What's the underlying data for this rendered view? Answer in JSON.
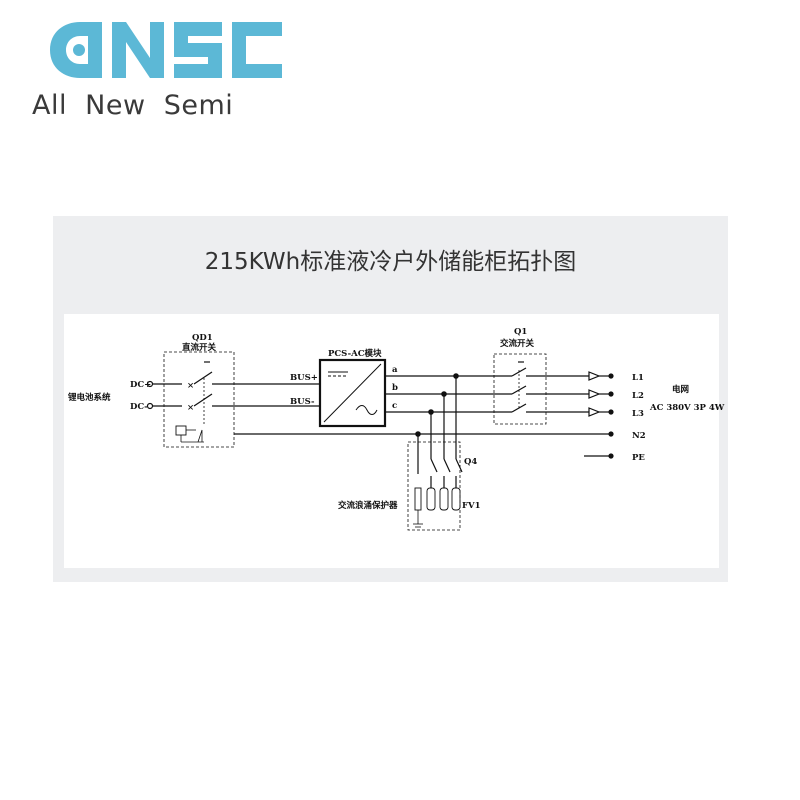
{
  "brand": {
    "logo_text": "aNSC",
    "tagline": "All  New  Semi",
    "logo_color": "#5cb8d6"
  },
  "card": {
    "title": "215KWh标准液冷户外储能柜拓扑图",
    "background": "#edeef0"
  },
  "diagram": {
    "battery_system": "锂电池系统",
    "dc_plus": "DC+",
    "dc_minus": "DC-",
    "qd1_label": "QD1",
    "qd1_name": "直流开关",
    "bus_plus": "BUS+",
    "bus_minus": "BUS-",
    "pcs_label": "PCS-AC模块",
    "phase_a": "a",
    "phase_b": "b",
    "phase_c": "c",
    "q1_label": "Q1",
    "q1_name": "交流开关",
    "l1": "L1",
    "l2": "L2",
    "l3": "L3",
    "n2": "N2",
    "pe": "PE",
    "grid_name": "电网",
    "grid_spec": "AC 380V 3P 4W",
    "q4_label": "Q4",
    "fv1_label": "FV1",
    "spd_name": "交流浪涌保护器"
  }
}
